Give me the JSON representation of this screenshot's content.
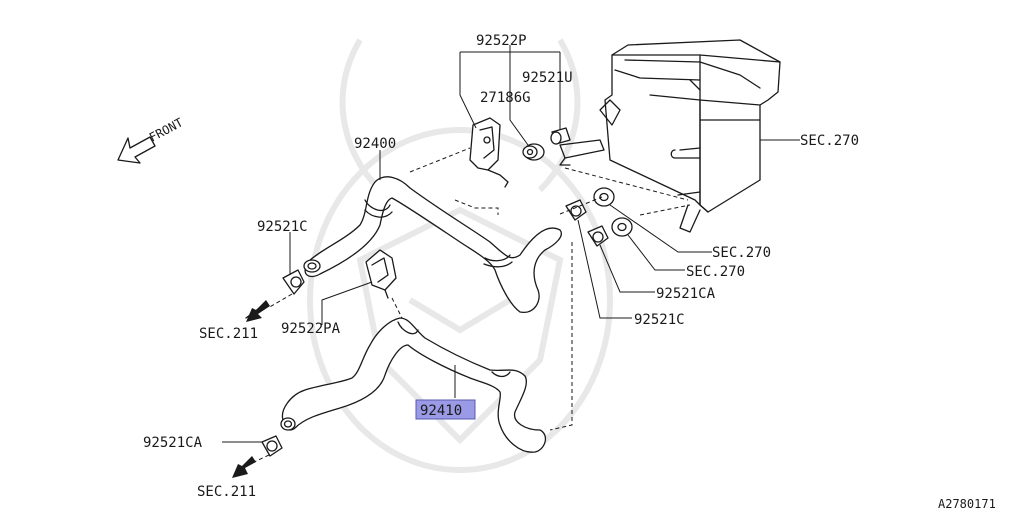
{
  "diagram": {
    "labels": {
      "p92522P": "92522P",
      "p92521U": "92521U",
      "p27186G": "27186G",
      "p92400": "92400",
      "sec270_top": "SEC.270",
      "p92521C_left": "92521C",
      "sec270_mid": "SEC.270",
      "sec270_low": "SEC.270",
      "p92521CA_right": "92521CA",
      "p92521C_right": "92521C",
      "sec211_top": "SEC.211",
      "p92522PA": "92522PA",
      "p92410": "92410",
      "p92521CA_left": "92521CA",
      "sec211_bottom": "SEC.211",
      "front": "FRONT",
      "code": "A2780171"
    },
    "highlight_color": "#9a9ae6"
  }
}
